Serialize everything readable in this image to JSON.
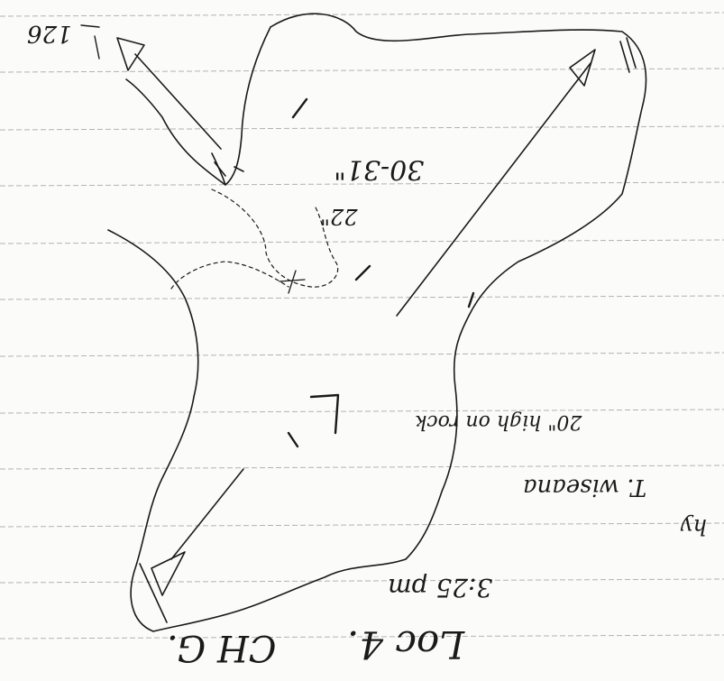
{
  "annotations": {
    "top_left_measure": "126",
    "depth_range": "30-31\"",
    "depth_22": "22\"",
    "high_note": "20\" high on rock",
    "species": "T. wiseana",
    "time": "3:25 pm",
    "location_code": "CH G.",
    "location_label": "Loc 4.",
    "left_fragment": "hy"
  },
  "colors": {
    "ink": "#1a1a1a",
    "rule_line": "#9a9a9a",
    "paper": "#fbfbf9"
  }
}
